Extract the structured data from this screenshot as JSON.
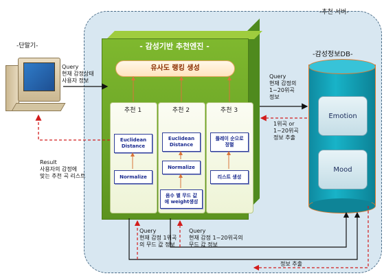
{
  "server": {
    "label": "-추천 서버-"
  },
  "terminal": {
    "label": "-단말기-"
  },
  "engine": {
    "title": "- 감성기반 추천엔진 -",
    "ranking": "유사도 랭킹 생성",
    "columns": [
      {
        "title": "추천 1",
        "steps": [
          "Euclidean\nDistance",
          "Normalize"
        ]
      },
      {
        "title": "추천 2",
        "steps": [
          "Euclidean\nDistance",
          "Normalize",
          "음수 별 무드 값\n에 weight생성"
        ]
      },
      {
        "title": "추천 3",
        "steps": [
          "플레이 순으로\n정렬",
          "리스트 생성"
        ]
      }
    ]
  },
  "db": {
    "label": "-감성정보DB-",
    "emotion": "Emotion",
    "mood": "Mood"
  },
  "annotations": {
    "query_in": "Query\n현재 감정상태\n사용자 정보",
    "result": "Result\n사용자의 감정에\n맞는 추천 곡 리스트",
    "query_db": "Query\n현재 감정의\n1~20위곡\n정보",
    "db_return": "1위곡 or\n1~20위곡\n정보 추출",
    "query_bottom1": "Query\n현재 감정 1위곡\n의 무드 값 정보",
    "query_bottom2": "Query\n현재 감정 1~20위곡의\n무드 값 정보",
    "info_extract": "정보 추출"
  }
}
